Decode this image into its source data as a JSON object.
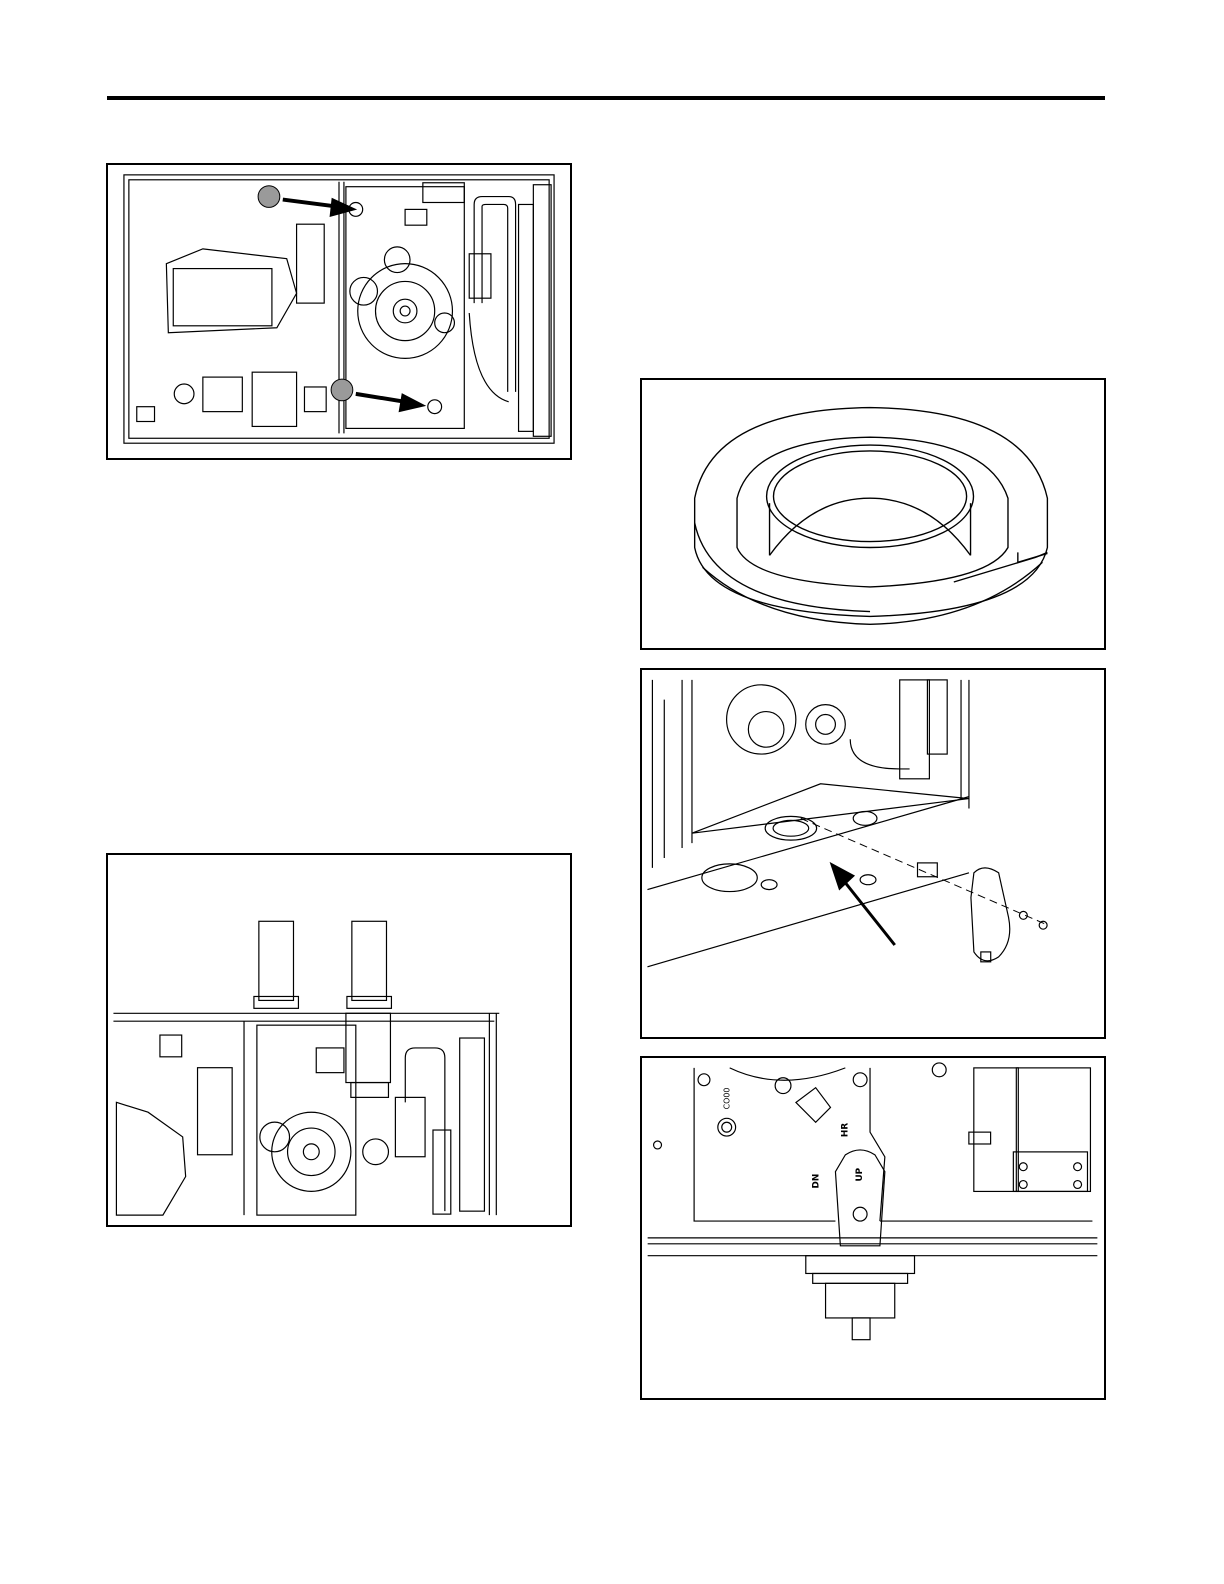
{
  "page": {
    "figures": [
      {
        "id": "furnace-top",
        "description_icon": "furnace-interior-drawing"
      },
      {
        "id": "vent-pipes",
        "description_icon": "vent-pipe-drawing"
      },
      {
        "id": "grommet",
        "description_icon": "grommet-drawing"
      },
      {
        "id": "drain-assembly",
        "description_icon": "drain-assembly-drawing"
      },
      {
        "id": "drain-closeup",
        "description_icon": "drain-closeup-drawing"
      }
    ]
  },
  "labels": {
    "closeup_up": "UP",
    "closeup_hr": "HR",
    "closeup_dn": "DN",
    "closeup_code": "CO00"
  },
  "colors": {
    "line": "#000000",
    "background": "#ffffff",
    "shade": "#9a9a9a"
  }
}
